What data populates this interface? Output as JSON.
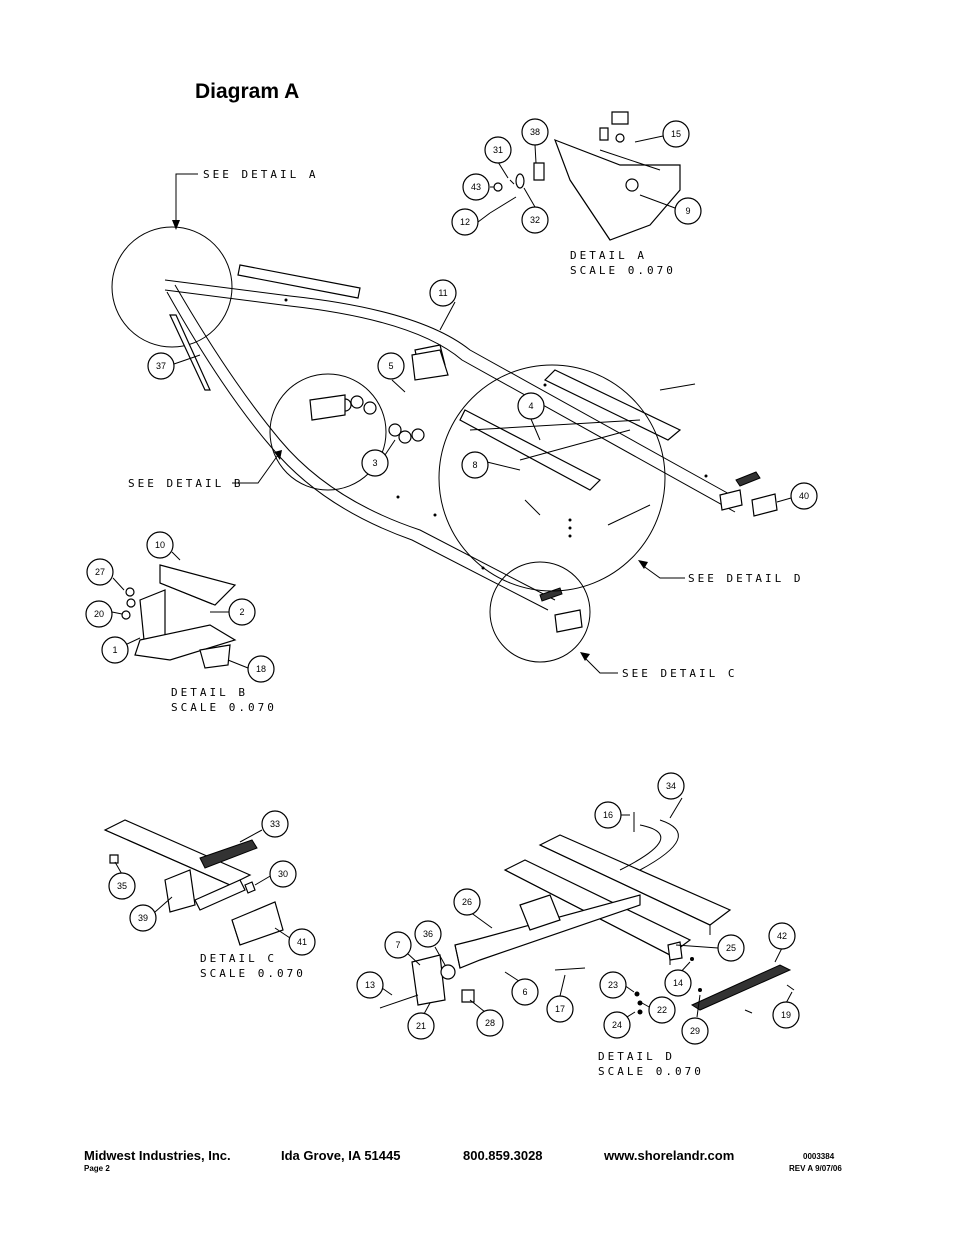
{
  "title": "Diagram A",
  "callouts": {
    "see_detail_a": "SEE DETAIL  A",
    "see_detail_b": "SEE DETAIL  B",
    "see_detail_c": "SEE DETAIL  C",
    "see_detail_d": "SEE DETAIL  D"
  },
  "details": {
    "a": {
      "name": "DETAIL  A",
      "scale": "SCALE  0.070"
    },
    "b": {
      "name": "DETAIL  B",
      "scale": "SCALE  0.070"
    },
    "c": {
      "name": "DETAIL  C",
      "scale": "SCALE  0.070"
    },
    "d": {
      "name": "DETAIL  D",
      "scale": "SCALE  0.070"
    }
  },
  "part_numbers": {
    "main": [
      "11",
      "37",
      "5",
      "4",
      "3",
      "8",
      "40"
    ],
    "detail_a": [
      "38",
      "31",
      "43",
      "12",
      "32",
      "15",
      "9"
    ],
    "detail_b": [
      "10",
      "27",
      "20",
      "1",
      "2",
      "18"
    ],
    "detail_c": [
      "33",
      "35",
      "39",
      "30",
      "41"
    ],
    "detail_d": [
      "34",
      "16",
      "26",
      "36",
      "7",
      "25",
      "13",
      "6",
      "17",
      "23",
      "14",
      "42",
      "28",
      "21",
      "22",
      "24",
      "29",
      "19"
    ]
  },
  "footer": {
    "company": "Midwest Industries, Inc.",
    "page": "Page 2",
    "city": "Ida Grove, IA  51445",
    "phone": "800.859.3028",
    "website": "www.shorelandr.com",
    "doc_number": "0003384",
    "revision": "REV A  9/07/06"
  }
}
